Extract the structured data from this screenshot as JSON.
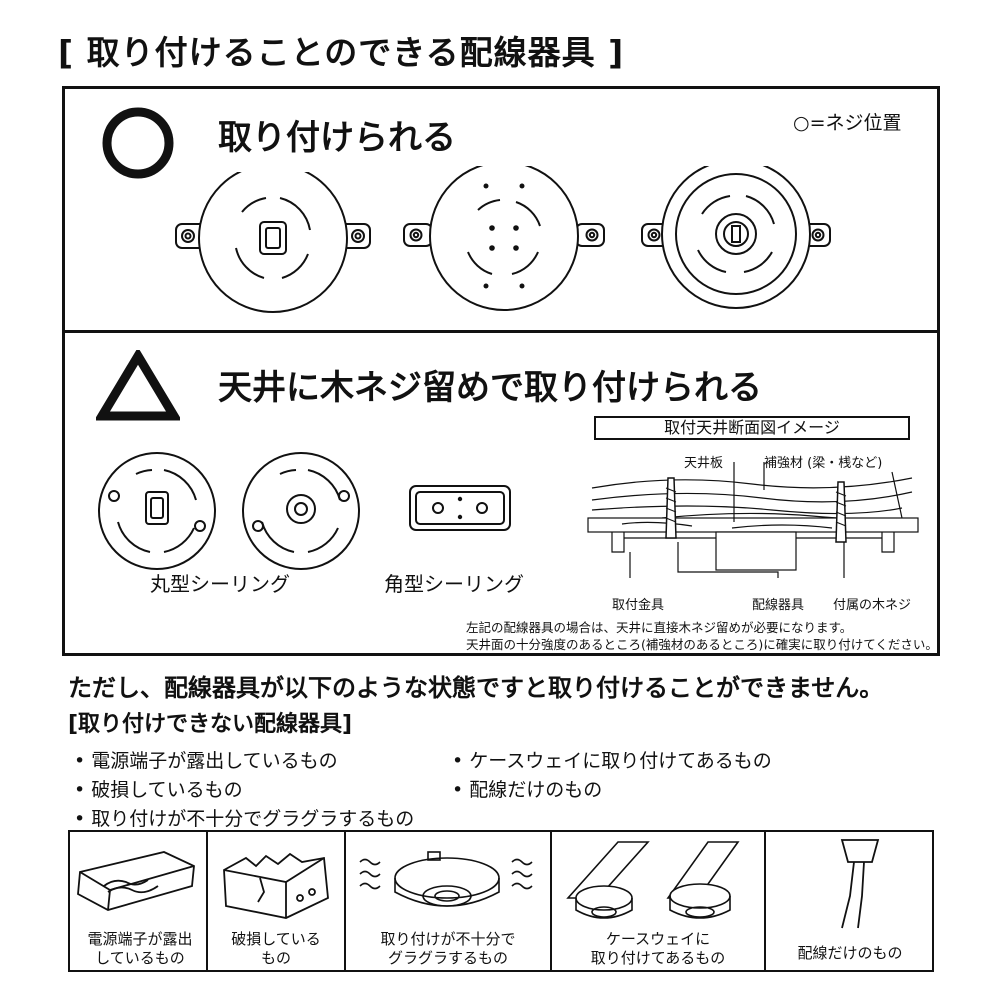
{
  "title": "[ 取り付けることのできる配線器具 ]",
  "section_ok": {
    "symbol": "○",
    "heading": "取り付けられる",
    "legend": "○=ネジ位置"
  },
  "section_cond": {
    "symbol": "△",
    "heading": "天井に木ネジ留めで取り付けられる",
    "round_label": "丸型シーリング",
    "square_label": "角型シーリング",
    "diagram_title": "取付天井断面図イメージ",
    "label_ceiling_board": "天井板",
    "label_reinforcement": "補強材 (梁・桟など)",
    "label_bracket": "取付金具",
    "label_device": "配線器具",
    "label_screw": "付属の木ネジ",
    "note_line1": "左記の配線器具の場合は、天井に直接木ネジ留めが必要になります。",
    "note_line2": "天井面の十分強度のあるところ(補強材のあるところ)に確実に取り付けてください。"
  },
  "caution": "ただし、配線器具が以下のような状態ですと取り付けることができません。",
  "list_heading": "[取り付けできない配線器具]",
  "bullets_left": [
    "• 電源端子が露出しているもの",
    "• 破損しているもの",
    "• 取り付けが不十分でグラグラするもの"
  ],
  "bullets_right": [
    "• ケースウェイに取り付けてあるもの",
    "• 配線だけのもの"
  ],
  "examples": [
    {
      "line1": "電源端子が露出",
      "line2": "しているもの"
    },
    {
      "line1": "破損している",
      "line2": "もの"
    },
    {
      "line1": "取り付けが不十分で",
      "line2": "グラグラするもの"
    },
    {
      "line1": "ケースウェイに",
      "line2": "取り付けてあるもの"
    },
    {
      "line1": "配線だけのもの",
      "line2": ""
    }
  ]
}
